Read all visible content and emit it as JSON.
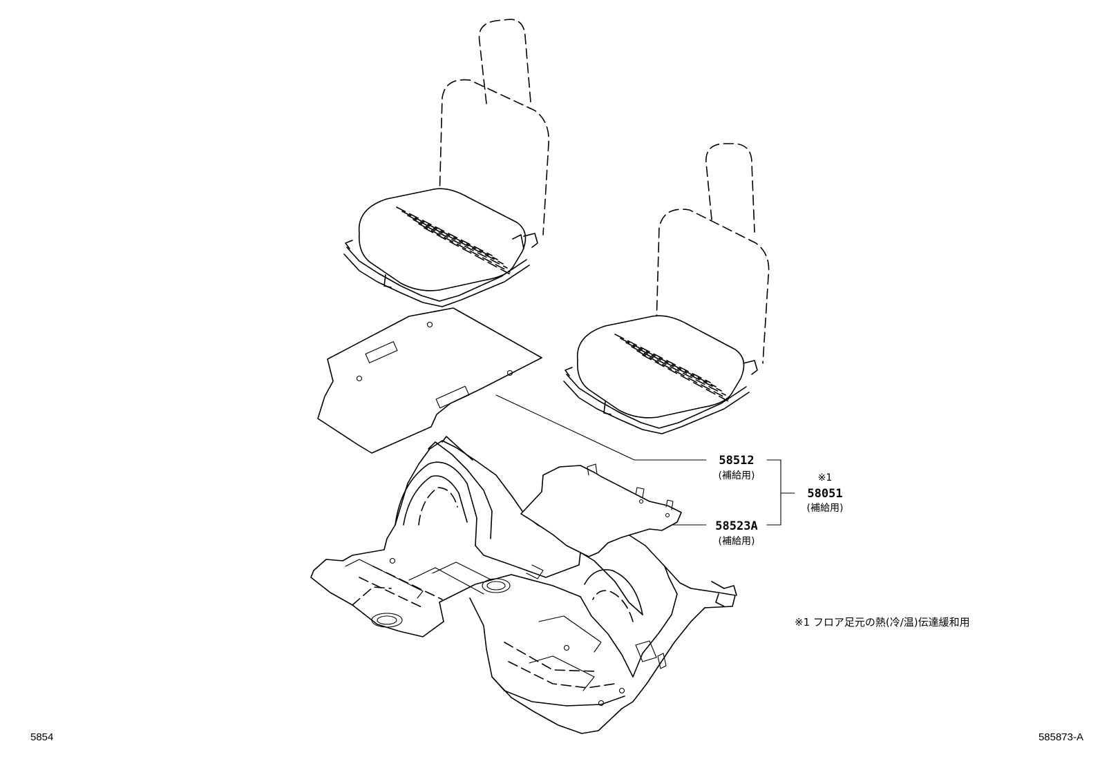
{
  "callouts": {
    "part_58512": {
      "number": "58512",
      "note": "(補給用)"
    },
    "part_58523a": {
      "number": "58523A",
      "note": "(補給用)"
    },
    "part_58051": {
      "marker": "※1",
      "number": "58051",
      "note": "(補給用)"
    }
  },
  "footnote": "※1 フロア足元の熱(冷/温)伝達緩和用",
  "page_code_left": "5854",
  "figure_code_right": "585873-A"
}
